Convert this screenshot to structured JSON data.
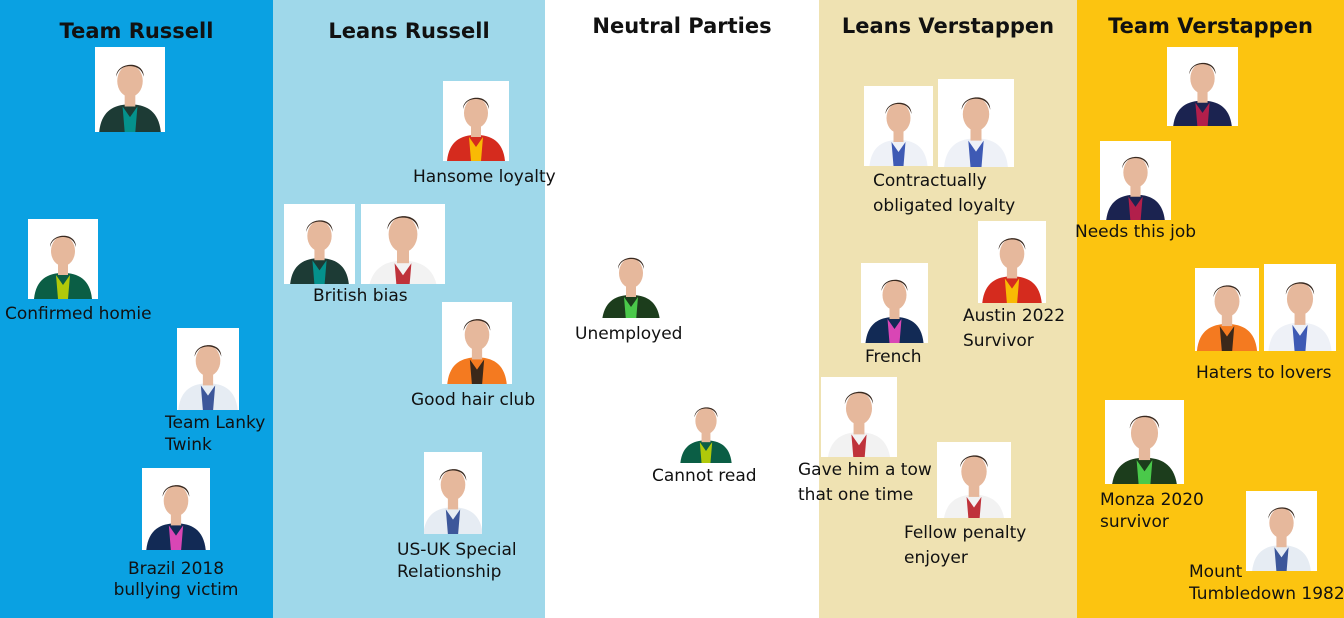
{
  "columns": [
    {
      "title": "Team Russell",
      "color": "#0aa1e2"
    },
    {
      "title": "Leans Russell",
      "color": "#9fd8ea"
    },
    {
      "title": "Neutral Parties",
      "color": "#ffffff"
    },
    {
      "title": "Leans Verstappen",
      "color": "#efe2b2"
    },
    {
      "title": "Team Verstappen",
      "color": "#fcc410"
    }
  ],
  "captions": {
    "confirmed_homie": "Confirmed homie",
    "team_lanky": "Team Lanky\nTwink",
    "brazil": "Brazil 2018\nbullying victim",
    "hansome": "Hansome loyalty",
    "british_bias": "British bias",
    "good_hair": "Good hair club",
    "special_relationship": "US-UK Special\nRelationship",
    "unemployed": "Unemployed",
    "cannot_read": "Cannot read",
    "contractually": "Contractually\nobligated loyalty",
    "austin": "Austin 2022\nSurvivor",
    "french": "French",
    "tow": "Gave him a tow\nthat one time",
    "penalty": "Fellow penalty\nenjoyer",
    "needs_job": "Needs this job",
    "haters": "Haters to lovers",
    "monza": "Monza 2020\nsurvivor",
    "tumbledown": "Mount\nTumbledown 1982"
  },
  "colors": {
    "mercedes": "#1d3b35",
    "mercedes_accent": "#00a19b",
    "ferrari": "#d52b1e",
    "mclaren": "#f47a20",
    "aston": "#0b5e45",
    "williams": "#e6ecf3",
    "williams_accent": "#1f3d8a",
    "alpine": "#122a55",
    "alpine_accent": "#fd4bc7",
    "haas": "#f2f2f2",
    "haas_accent": "#b6121b",
    "sauber": "#1c3d1c",
    "sauber_accent": "#52e252",
    "redbull": "#1b2350",
    "redbull_accent": "#cc1e4a",
    "rb": "#eef1f7",
    "rb_accent": "#1e40a8",
    "skin": "#e6b89c",
    "hair": "#3a2a20"
  }
}
